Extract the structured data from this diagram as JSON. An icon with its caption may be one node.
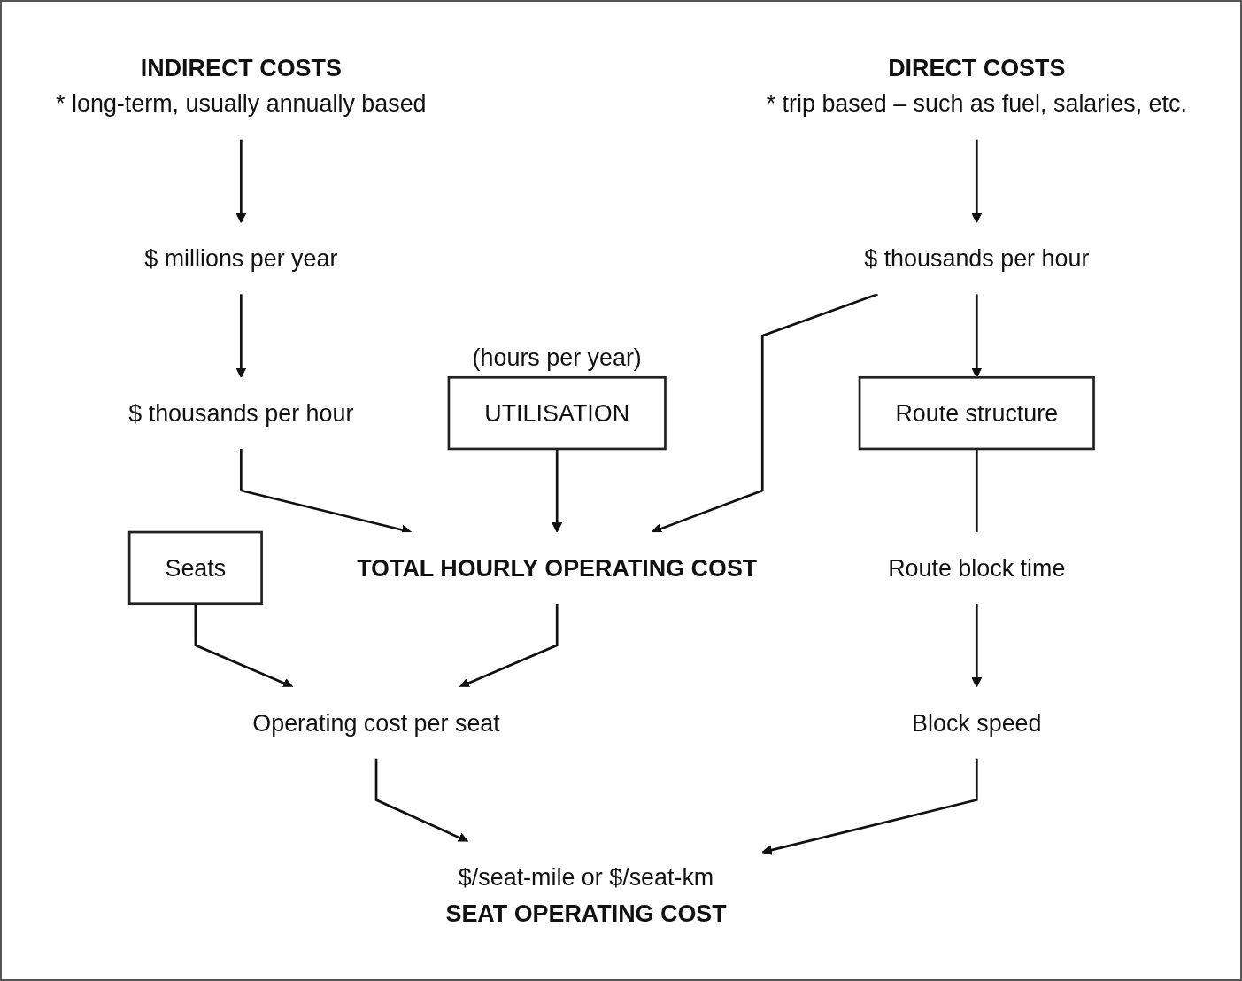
{
  "diagram": {
    "nodes": [
      {
        "text": [
          "INDIRECT COSTS",
          "* long-term, usually annually based"
        ]
      },
      {
        "text": [
          "DIRECT COSTS",
          "* trip based – such as fuel, salaries, etc."
        ]
      },
      {
        "text": [
          "$ millions per year"
        ]
      },
      {
        "text": [
          "UTILISATION"
        ],
        "beside": [
          "(hours per year)"
        ]
      },
      {
        "text": [
          "$ thousands per hour"
        ]
      },
      {
        "text": [
          "$ thousands per hour"
        ]
      },
      {
        "text": [
          "TOTAL HOURLY OPERATING COST"
        ]
      },
      {
        "text": [
          "Seats"
        ]
      },
      {
        "text": [
          "Route structure"
        ]
      },
      {
        "text": [
          "Operating cost per seat"
        ]
      },
      {
        "text": [
          "Route block time"
        ]
      },
      {
        "text": [
          "Block speed"
        ]
      },
      {
        "text": [
          "$/seat-mile or $/seat-km",
          "SEAT OPERATING COST"
        ]
      }
    ],
    "edges": [
      {
        "from": 0,
        "to": 2,
        "arrow": "to"
      },
      {
        "from": 2,
        "to": 5,
        "arrow": "to"
      },
      {
        "from": 5,
        "to": 6,
        "arrow": "to"
      },
      {
        "from": 3,
        "to": 6,
        "arrow": "to"
      },
      {
        "from": 1,
        "to": 4,
        "arrow": "to"
      },
      {
        "from": 4,
        "to": 6,
        "arrow": "to"
      },
      {
        "from": 4,
        "to": 8,
        "arrow": "to"
      },
      {
        "from": 7,
        "to": 9,
        "arrow": "to"
      },
      {
        "from": 6,
        "to": 9,
        "arrow": "to"
      },
      {
        "from": 8,
        "to": 10,
        "arrow": "none"
      },
      {
        "from": 10,
        "to": 11,
        "arrow": "to"
      },
      {
        "from": 9,
        "to": 12,
        "arrow": "to"
      },
      {
        "from": 11,
        "to": 12,
        "arrow": "to"
      }
    ]
  }
}
